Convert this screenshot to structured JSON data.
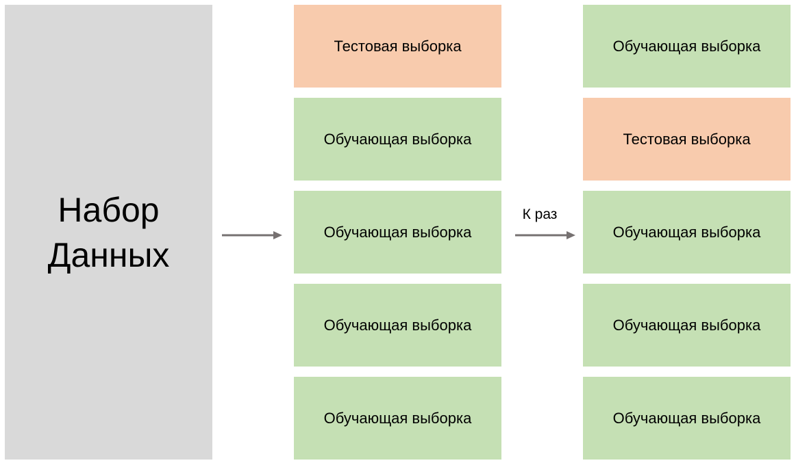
{
  "dataset": {
    "label": "Набор\nДанных",
    "color": "#d9d9d9"
  },
  "colors": {
    "train": "#c5e0b4",
    "test": "#f8cbad",
    "arrow": "#767171"
  },
  "first_split": {
    "folds": [
      {
        "label": "Тестовая выборка",
        "kind": "test"
      },
      {
        "label": "Обучающая выборка",
        "kind": "train"
      },
      {
        "label": "Обучающая выборка",
        "kind": "train"
      },
      {
        "label": "Обучающая выборка",
        "kind": "train"
      },
      {
        "label": "Обучающая выборка",
        "kind": "train"
      }
    ]
  },
  "repeat_label": "К раз",
  "second_split": {
    "folds": [
      {
        "label": "Обучающая выборка",
        "kind": "train"
      },
      {
        "label": "Тестовая выборка",
        "kind": "test"
      },
      {
        "label": "Обучающая выборка",
        "kind": "train"
      },
      {
        "label": "Обучающая выборка",
        "kind": "train"
      },
      {
        "label": "Обучающая выборка",
        "kind": "train"
      }
    ]
  }
}
